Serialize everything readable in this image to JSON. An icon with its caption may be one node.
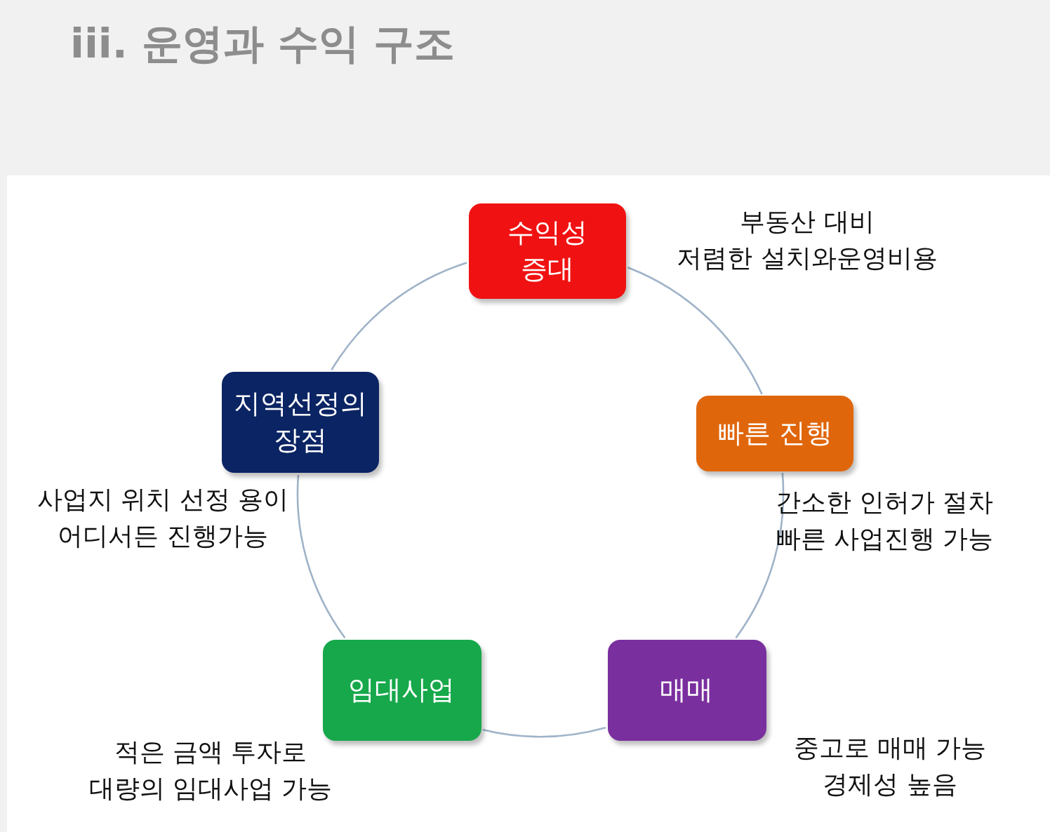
{
  "diagram": {
    "title": "iii. 운영과 수익 구조",
    "nodes": [
      {
        "text": [
          "수익성 증대"
        ],
        "beside": [
          "부동산 대비 저렴한 설치와운영비용"
        ]
      },
      {
        "text": [
          "빠른 진행"
        ],
        "beside": [
          "간소한 인허가 절차 빠른 사업진행 가능"
        ]
      },
      {
        "text": [
          "매매"
        ],
        "beside": [
          "중고로 매매 가능 경제성 높음"
        ]
      },
      {
        "text": [
          "임대사업"
        ],
        "beside": [
          "적은 금액 투자로 대량의 임대사업 가능"
        ]
      },
      {
        "text": [
          "지역선정의 장점"
        ],
        "beside": [
          "사업지 위치 선정 용이 어디서든 진행가능"
        ]
      }
    ],
    "edges": [
      {
        "from": 0,
        "to": 1,
        "arrow": "none"
      },
      {
        "from": 1,
        "to": 2,
        "arrow": "none"
      },
      {
        "from": 2,
        "to": 3,
        "arrow": "none"
      },
      {
        "from": 3,
        "to": 4,
        "arrow": "none"
      },
      {
        "from": 4,
        "to": 0,
        "arrow": "none"
      }
    ]
  }
}
